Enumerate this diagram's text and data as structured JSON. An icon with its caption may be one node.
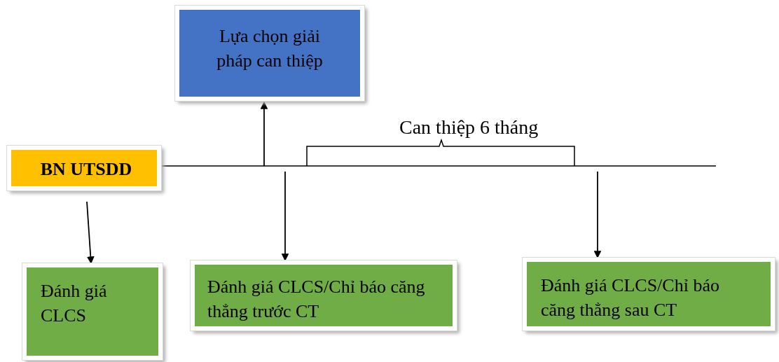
{
  "diagram": {
    "nodes": [
      {
        "text": [
          "BN UTSDD"
        ]
      },
      {
        "text": [
          "Lựa chọn giải pháp can thiệp"
        ]
      },
      {
        "text": [
          "Đánh giá CLCS"
        ]
      },
      {
        "text": [
          "Đánh giá CLCS/Chỉ báo căng thẳng trước CT"
        ]
      },
      {
        "text": [
          "Đánh giá CLCS/Chỉ báo căng thẳng sau CT"
        ]
      }
    ],
    "edges": [
      {
        "from": 0,
        "to": 2,
        "arrow": "to"
      },
      {
        "from": null,
        "to": 1,
        "arrow": "to"
      },
      {
        "from": null,
        "to": 3,
        "arrow": "to"
      },
      {
        "from": null,
        "to": 4,
        "arrow": "to"
      }
    ],
    "labels": [
      "Can thiệp 6 tháng"
    ]
  }
}
